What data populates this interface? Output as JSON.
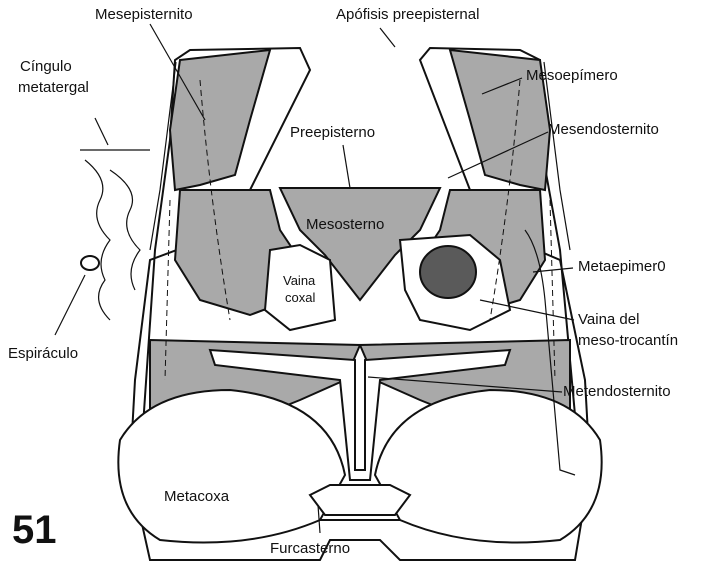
{
  "figure_number": "51",
  "labels": {
    "mesepisternito": "Mesepisternito",
    "apofisis": "Apófisis preepisternal",
    "cingulo_1": "Cíngulo",
    "cingulo_2": "metatergal",
    "mesoepimero": "Mesoepímero",
    "preepisterno": "Preepisterno",
    "mesendosternito": "Mesendosternito",
    "mesosterno": "Mesosterno",
    "metaepimero": "Metaepimer0",
    "vaina_coxal_1": "Vaina",
    "vaina_coxal_2": "coxal",
    "vaina_trocantin_1": "Vaina del",
    "vaina_trocantin_2": "meso-trocantín",
    "espiraculo": "Espiráculo",
    "metendosternito": "Metendosternito",
    "metacoxa": "Metacoxa",
    "furcasterno": "Furcasterno"
  },
  "colors": {
    "line": "#111111",
    "sclerite_gray": "#a9a9a9",
    "dark_gray": "#5a5a5a",
    "light": "#ffffff"
  }
}
